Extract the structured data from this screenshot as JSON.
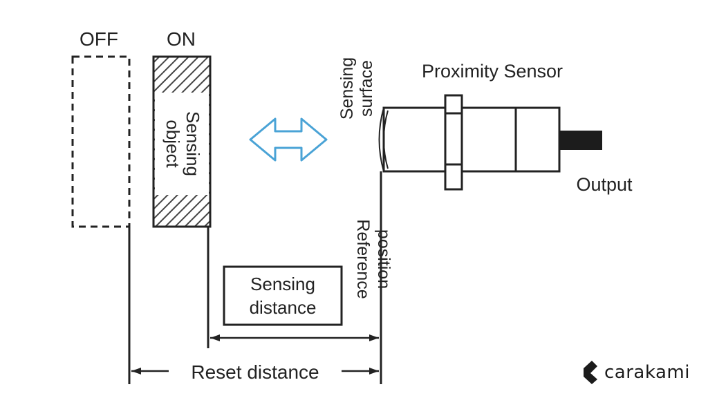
{
  "labels": {
    "off": "OFF",
    "on": "ON",
    "sensing_object_line1": "Sensing",
    "sensing_object_line2": "object",
    "sensing_surface_line1": "Sensing",
    "sensing_surface_line2": "surface",
    "proximity_sensor": "Proximity Sensor",
    "output": "Output",
    "reference_position_line1": "Reference",
    "reference_position_line2": "position",
    "sensing_distance_line1": "Sensing",
    "sensing_distance_line2": "distance",
    "reset_distance": "Reset distance"
  },
  "brand": {
    "name": "carakami",
    "color": "#1b1b1b"
  },
  "colors": {
    "line": "#222222",
    "hatch": "#444444",
    "arrow_outline": "#4aa3d6"
  }
}
